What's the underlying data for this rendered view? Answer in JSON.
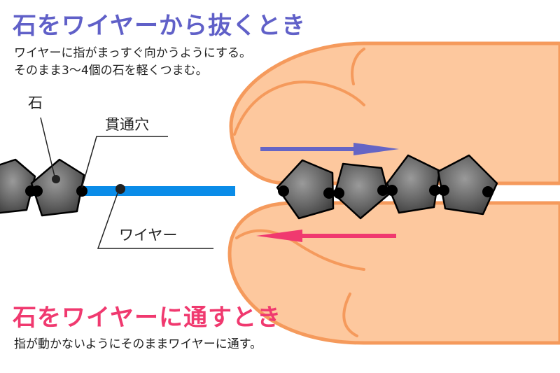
{
  "top": {
    "title": "石をワイヤーから抜くとき",
    "lines": [
      "ワイヤーに指がまっすぐ向かうようにする。",
      "そのまま3～4個の石を軽くつまむ。"
    ]
  },
  "bottom": {
    "title": "石をワイヤーに通すとき",
    "line": "指が動かないようにそのままワイヤーに通す。"
  },
  "labels": {
    "stone": "石",
    "hole": "貫通穴",
    "wire": "ワイヤー"
  },
  "colors": {
    "heading_top": "#6060c8",
    "heading_bottom": "#f0396f",
    "wire": "#0a8ce8",
    "finger_fill": "#fdc89e",
    "finger_outline": "#f59a5c",
    "arrow_out": "#6565c5",
    "arrow_in": "#f0396f"
  }
}
